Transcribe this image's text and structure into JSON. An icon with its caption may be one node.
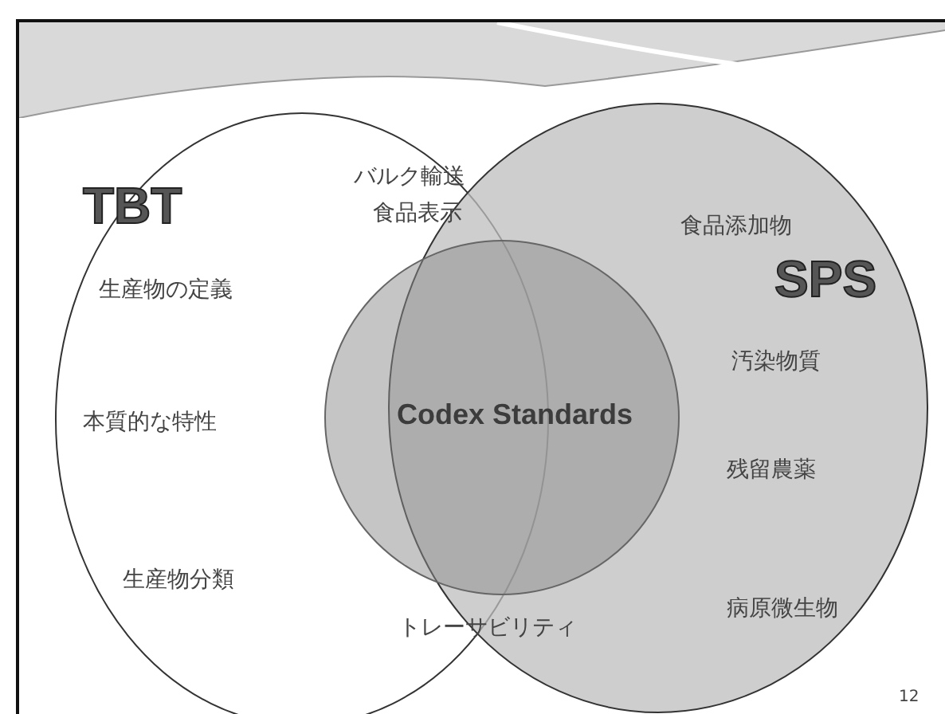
{
  "diagram": {
    "nodes": [
      {
        "text": [
          "TBT",
          "生産物の定義",
          "本質的な特性",
          "生産物分類"
        ]
      },
      {
        "text": [
          "SPS",
          "食品添加物",
          "汚染物質",
          "残留農薬",
          "病原微生物"
        ]
      },
      {
        "text": [
          "Codex Standards"
        ]
      }
    ],
    "labels": [
      "バルク輸送",
      "食品表示",
      "トレーサビリティ",
      "12"
    ]
  }
}
